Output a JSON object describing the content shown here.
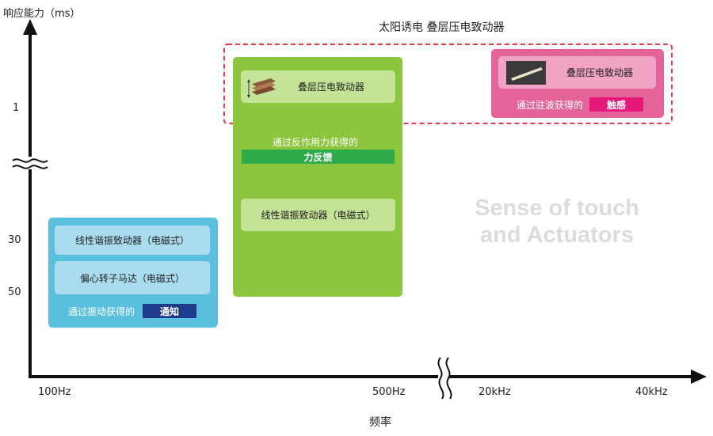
{
  "diagram": {
    "y_axis_title": "响应能力（ms）",
    "x_axis_title": "频率",
    "y_ticks": [
      "1",
      "30",
      "50"
    ],
    "x_ticks": [
      "100Hz",
      "500Hz",
      "20kHz",
      "40kHz"
    ],
    "dashed_group_label": "太阳诱电 叠层压电致动器",
    "watermark_line1": "Sense of touch",
    "watermark_line2": "and Actuators",
    "blue_box": {
      "item1": "线性谐振致动器（电磁式）",
      "item2": "偏心转子马达（电磁式）",
      "caption": "通过振动获得的",
      "tag": "通知"
    },
    "green_box": {
      "item1": "叠层压电致动器",
      "caption": "通过反作用力获得的",
      "tag": "力反馈",
      "item2": "线性谐振致动器（电磁式）"
    },
    "pink_box": {
      "item1": "叠层压电致动器",
      "caption": "通过驻波获得的",
      "tag": "触感"
    }
  },
  "colors": {
    "blue_box": "#5bc0de",
    "blue_tag": "#1f3b8c",
    "green_box": "#8cc63f",
    "green_tag": "#2eaa4a",
    "pink_box": "#e4649a",
    "pink_tag": "#e6197a",
    "dashed_border": "#e8384f",
    "axis": "#111111"
  }
}
